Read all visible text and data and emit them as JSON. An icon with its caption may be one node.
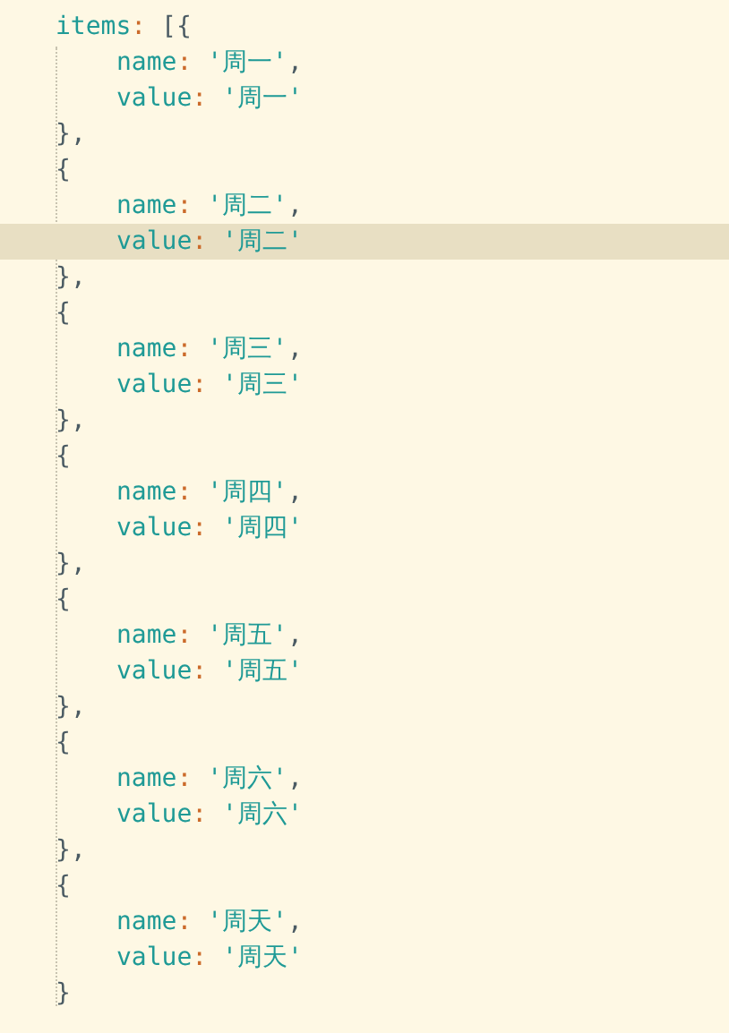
{
  "diagram": {
    "labels": [
      "items: [{",
      "name: '周一',",
      "value: '周一'",
      "},",
      "{",
      "name: '周二',",
      "value: '周二'",
      "},",
      "{",
      "name: '周三',",
      "value: '周三'",
      "},",
      "{",
      "name: '周四',",
      "value: '周四'",
      "},",
      "{",
      "name: '周五',",
      "value: '周五'",
      "},",
      "{",
      "name: '周六',",
      "value: '周六'",
      "},",
      "{",
      "name: '周天',",
      "value: '周天'",
      "}"
    ]
  }
}
